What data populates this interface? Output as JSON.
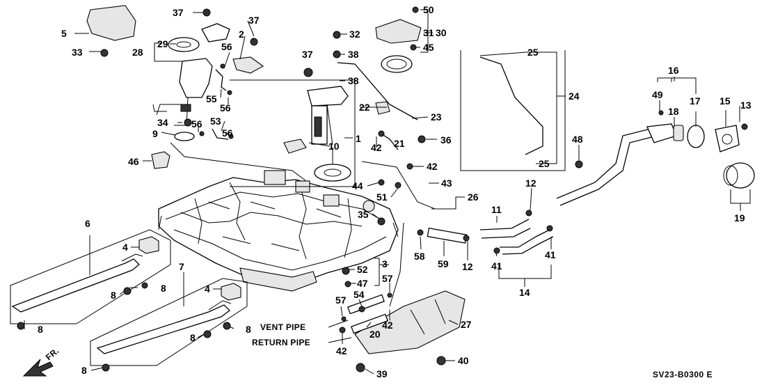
{
  "diagram": {
    "callouts": [
      {
        "id": "c5",
        "label": "5"
      },
      {
        "id": "c37a",
        "label": "37"
      },
      {
        "id": "c37b",
        "label": "37"
      },
      {
        "id": "c2",
        "label": "2"
      },
      {
        "id": "c29",
        "label": "29"
      },
      {
        "id": "c28",
        "label": "28"
      },
      {
        "id": "c33",
        "label": "33"
      },
      {
        "id": "c56a",
        "label": "56"
      },
      {
        "id": "c55",
        "label": "55"
      },
      {
        "id": "c56b",
        "label": "56"
      },
      {
        "id": "c34",
        "label": "34"
      },
      {
        "id": "c56c",
        "label": "56"
      },
      {
        "id": "c53",
        "label": "53"
      },
      {
        "id": "c9",
        "label": "9"
      },
      {
        "id": "c56d",
        "label": "56"
      },
      {
        "id": "c46",
        "label": "46"
      },
      {
        "id": "c32",
        "label": "32"
      },
      {
        "id": "c38a",
        "label": "38"
      },
      {
        "id": "c37c",
        "label": "37"
      },
      {
        "id": "c38b",
        "label": "38"
      },
      {
        "id": "c50",
        "label": "50"
      },
      {
        "id": "c31",
        "label": "31"
      },
      {
        "id": "c30",
        "label": "30"
      },
      {
        "id": "c45",
        "label": "45"
      },
      {
        "id": "c22",
        "label": "22"
      },
      {
        "id": "c23",
        "label": "23"
      },
      {
        "id": "c42a",
        "label": "42"
      },
      {
        "id": "c1",
        "label": "1"
      },
      {
        "id": "c21",
        "label": "21"
      },
      {
        "id": "c36",
        "label": "36"
      },
      {
        "id": "c10",
        "label": "10"
      },
      {
        "id": "c42b",
        "label": "42"
      },
      {
        "id": "c44",
        "label": "44"
      },
      {
        "id": "c43",
        "label": "43"
      },
      {
        "id": "c51",
        "label": "51"
      },
      {
        "id": "c26",
        "label": "26"
      },
      {
        "id": "c35",
        "label": "35"
      },
      {
        "id": "c25a",
        "label": "25"
      },
      {
        "id": "c24",
        "label": "24"
      },
      {
        "id": "c25b",
        "label": "25"
      },
      {
        "id": "c48",
        "label": "48"
      },
      {
        "id": "c16",
        "label": "16"
      },
      {
        "id": "c49",
        "label": "49"
      },
      {
        "id": "c18",
        "label": "18"
      },
      {
        "id": "c17",
        "label": "17"
      },
      {
        "id": "c15",
        "label": "15"
      },
      {
        "id": "c13",
        "label": "13"
      },
      {
        "id": "c19",
        "label": "19"
      },
      {
        "id": "c12a",
        "label": "12"
      },
      {
        "id": "c11",
        "label": "11"
      },
      {
        "id": "c41a",
        "label": "41"
      },
      {
        "id": "c41b",
        "label": "41"
      },
      {
        "id": "c14",
        "label": "14"
      },
      {
        "id": "c12b",
        "label": "12"
      },
      {
        "id": "c58",
        "label": "58"
      },
      {
        "id": "c59",
        "label": "59"
      },
      {
        "id": "c6",
        "label": "6"
      },
      {
        "id": "c4a",
        "label": "4"
      },
      {
        "id": "c8a",
        "label": "8"
      },
      {
        "id": "c8b",
        "label": "8"
      },
      {
        "id": "c8c",
        "label": "8"
      },
      {
        "id": "c7",
        "label": "7"
      },
      {
        "id": "c4b",
        "label": "4"
      },
      {
        "id": "c8d",
        "label": "8"
      },
      {
        "id": "c8e",
        "label": "8"
      },
      {
        "id": "c8f",
        "label": "8"
      },
      {
        "id": "c52",
        "label": "52"
      },
      {
        "id": "c47",
        "label": "47"
      },
      {
        "id": "c3",
        "label": "3"
      },
      {
        "id": "c57a",
        "label": "57"
      },
      {
        "id": "c57b",
        "label": "57"
      },
      {
        "id": "c54",
        "label": "54"
      },
      {
        "id": "c42c",
        "label": "42"
      },
      {
        "id": "c20",
        "label": "20"
      },
      {
        "id": "c42d",
        "label": "42"
      },
      {
        "id": "c27",
        "label": "27"
      },
      {
        "id": "c39",
        "label": "39"
      },
      {
        "id": "c40",
        "label": "40"
      }
    ],
    "captions": {
      "vent_pipe": "VENT PIPE",
      "return_pipe": "RETURN PIPE",
      "front_arrow": "FR.",
      "diagram_code": "SV23-B0300 E"
    }
  }
}
